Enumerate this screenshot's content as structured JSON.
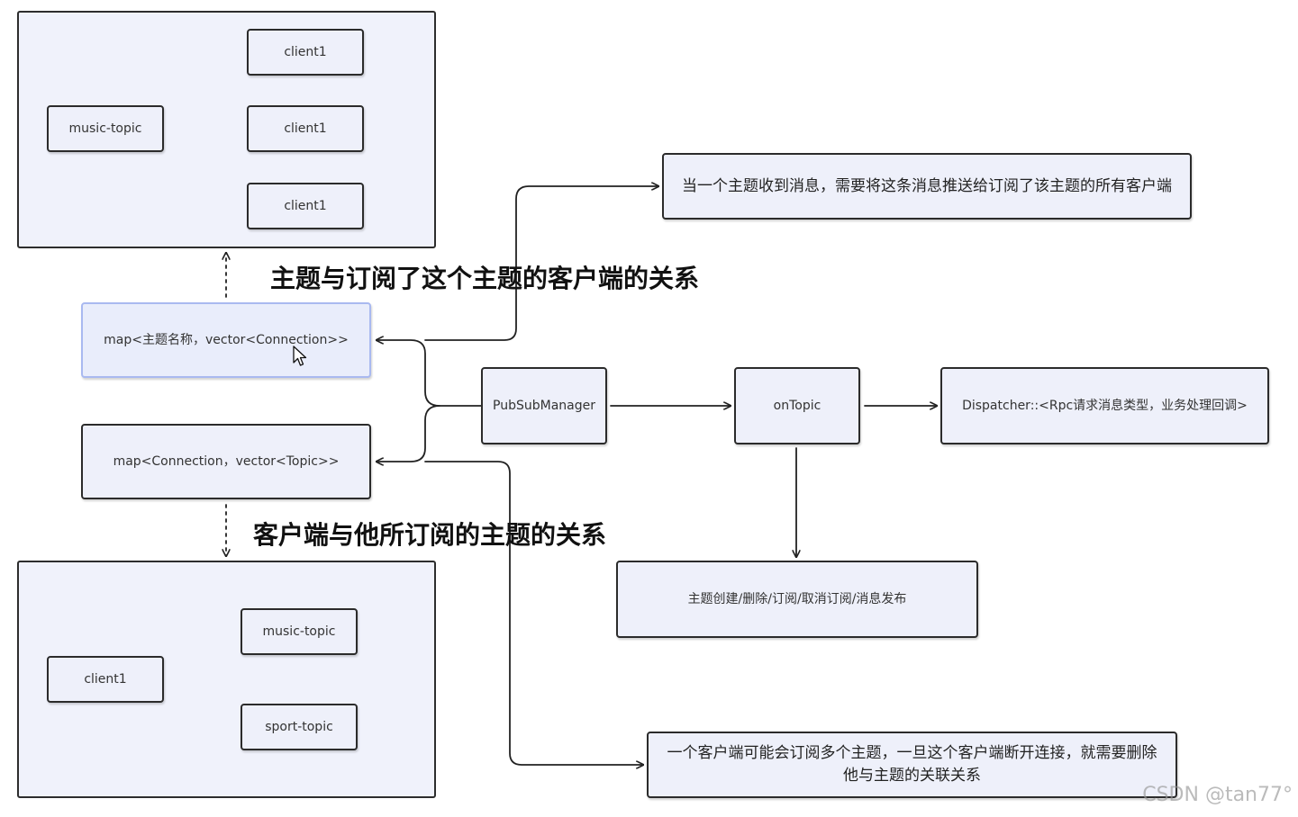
{
  "diagram": {
    "top_group": {
      "topic": "music-topic",
      "clients": [
        "client1",
        "client1",
        "client1"
      ]
    },
    "bottom_group": {
      "client": "client1",
      "topics": [
        "music-topic",
        "sport-topic"
      ]
    },
    "nodes": {
      "topic_map": "map<主题名称，vector<Connection>>",
      "connection_map": "map<Connection，vector<Topic>>",
      "pubsub_manager": "PubSubManager",
      "on_topic": "onTopic",
      "dispatcher": "Dispatcher::<Rpc请求消息类型，业务处理回调>",
      "operations": "主题创建/删除/订阅/取消订阅/消息发布",
      "topic_note": "当一个主题收到消息，需要将这条消息推送给订阅了该主题的所有客户端",
      "connection_note": "一个客户端可能会订阅多个主题，一旦这个客户端断开连接，就需要删除他与主题的关联关系"
    },
    "captions": {
      "topic_relation": "主题与订阅了这个主题的客户端的关系",
      "client_relation": "客户端与他所订阅的主题的关系"
    },
    "watermark": "CSDN @tan77°",
    "colors": {
      "node_fill": "#eef0fa",
      "group_fill": "#f0f2fb",
      "border": "#2b2b2b",
      "highlight_border": "#a9b9f0"
    }
  }
}
